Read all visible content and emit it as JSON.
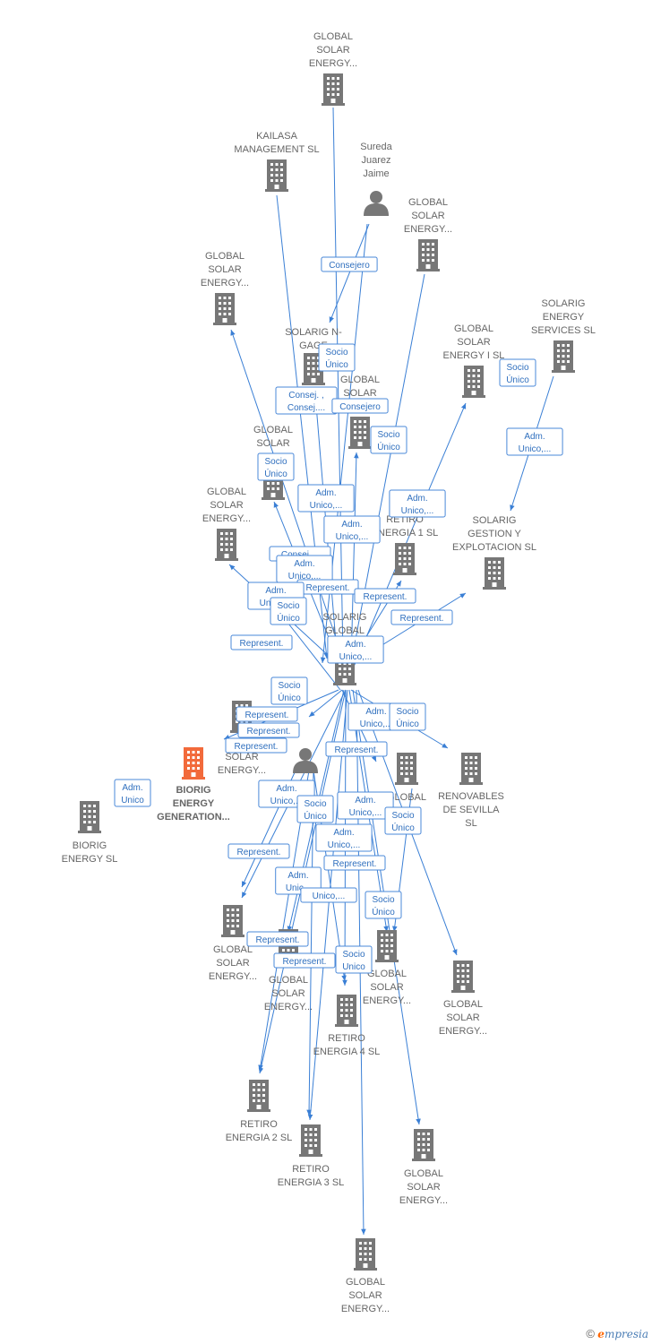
{
  "colors": {
    "edge": "#3a7fd5",
    "building": "#777777",
    "highlight": "#f26a3b",
    "person": "#777777"
  },
  "brand": {
    "copyright": "©",
    "first": "e",
    "rest": "mpresia"
  },
  "nodes": [
    {
      "id": "gse_top",
      "type": "company",
      "label": [
        "GLOBAL",
        "SOLAR",
        "ENERGY..."
      ]
    },
    {
      "id": "kailasa",
      "type": "company",
      "label": [
        "KAILASA",
        "MANAGEMENT SL"
      ]
    },
    {
      "id": "sureda",
      "type": "person",
      "label": [
        "Sureda",
        "Juarez",
        "Jaime"
      ]
    },
    {
      "id": "gse_r1",
      "type": "company",
      "label": [
        "GLOBAL",
        "SOLAR",
        "ENERGY..."
      ]
    },
    {
      "id": "gse_l1",
      "type": "company",
      "label": [
        "GLOBAL",
        "SOLAR",
        "ENERGY..."
      ]
    },
    {
      "id": "solarig_services",
      "type": "company",
      "label": [
        "SOLARIG",
        "ENERGY",
        "SERVICES  SL"
      ]
    },
    {
      "id": "solarig_n",
      "type": "company",
      "label": [
        "SOLARIG N-",
        "GAGE"
      ]
    },
    {
      "id": "gse_i",
      "type": "company",
      "label": [
        "GLOBAL",
        "SOLAR",
        "ENERGY I  SL"
      ]
    },
    {
      "id": "global_solar_c",
      "type": "company",
      "label": [
        "GLOBAL",
        "SOLAR"
      ]
    },
    {
      "id": "gse_mid",
      "type": "company",
      "label": [
        "GLOBAL",
        "SOLAR",
        "EN..."
      ]
    },
    {
      "id": "gse_l2",
      "type": "company",
      "label": [
        "GLOBAL",
        "SOLAR",
        "ENERGY..."
      ]
    },
    {
      "id": "retiro1",
      "type": "company",
      "label": [
        "RETIRO",
        "ENERGIA 1  SL"
      ]
    },
    {
      "id": "solarig_gestion",
      "type": "company",
      "label": [
        "SOLARIG",
        "GESTION Y",
        "EXPLOTACION SL"
      ]
    },
    {
      "id": "solarig_global",
      "type": "company",
      "label": [
        "SOLARIG",
        "GLOBAL",
        "SE..."
      ]
    },
    {
      "id": "gse_l3",
      "type": "company",
      "label": [
        "...",
        "SOLAR",
        "ENERGY..."
      ]
    },
    {
      "id": "biorig_gen",
      "type": "company",
      "main": true,
      "label": [
        "BIORIG",
        "ENERGY",
        "GENERATION..."
      ]
    },
    {
      "id": "person_mid",
      "type": "person",
      "label": [
        "...a",
        "Mi..."
      ]
    },
    {
      "id": "global_r2",
      "type": "company",
      "label": [
        "GLOBAL",
        "E..."
      ]
    },
    {
      "id": "renovables",
      "type": "company",
      "label": [
        "RENOVABLES",
        "DE SEVILLA",
        "SL"
      ]
    },
    {
      "id": "biorig_sl",
      "type": "company",
      "label": [
        "BIORIG",
        "ENERGY  SL"
      ]
    },
    {
      "id": "gse_b1",
      "type": "company",
      "label": [
        "GLOBAL",
        "SOLAR",
        "ENERGY..."
      ]
    },
    {
      "id": "gse_b2",
      "type": "company",
      "label": [
        "GLOBAL",
        "SOLAR",
        "ENERGY..."
      ]
    },
    {
      "id": "gse_b3",
      "type": "company",
      "label": [
        "GLOBAL",
        "SOLAR",
        "ENERGY..."
      ]
    },
    {
      "id": "gse_b4",
      "type": "company",
      "label": [
        "GLOBAL",
        "SOLAR",
        "ENERGY..."
      ]
    },
    {
      "id": "retiro4",
      "type": "company",
      "label": [
        "RETIRO",
        "ENERGIA 4  SL"
      ]
    },
    {
      "id": "retiro2",
      "type": "company",
      "label": [
        "RETIRO",
        "ENERGIA 2  SL"
      ]
    },
    {
      "id": "retiro3",
      "type": "company",
      "label": [
        "RETIRO",
        "ENERGIA 3  SL"
      ]
    },
    {
      "id": "gse_b5",
      "type": "company",
      "label": [
        "GLOBAL",
        "SOLAR",
        "ENERGY..."
      ]
    },
    {
      "id": "gse_bottom",
      "type": "company",
      "label": [
        "GLOBAL",
        "SOLAR",
        "ENERGY..."
      ]
    }
  ],
  "edge_labels": [
    [
      "Consejero"
    ],
    [
      "Socio",
      "Único"
    ],
    [
      "Consej. ,",
      "Consej...."
    ],
    [
      "Consejero"
    ],
    [
      "Socio",
      "Único"
    ],
    [
      "Socio",
      "Único"
    ],
    [
      "Socio",
      "Único"
    ],
    [
      "Adm.",
      "Unico,..."
    ],
    [
      "Adm.",
      "Unico,..."
    ],
    [
      "Adm.",
      "Unico,..."
    ],
    [
      "Adm.",
      "Unico,..."
    ],
    [
      "Consej...."
    ],
    [
      "Adm.",
      "Unico,..."
    ],
    [
      "Represent."
    ],
    [
      "Adm.",
      "Unico,..."
    ],
    [
      "Represent."
    ],
    [
      "Socio",
      "Único"
    ],
    [
      "Represent."
    ],
    [
      "Represent."
    ],
    [
      "Adm.",
      "Unico,..."
    ],
    [
      "Socio",
      "Único"
    ],
    [
      "Represent."
    ],
    [
      "Adm.",
      "Unico,..."
    ],
    [
      "Socio",
      "Único"
    ],
    [
      "Represent."
    ],
    [
      "Represent."
    ],
    [
      "Adm.",
      "Unico"
    ],
    [
      "Adm.",
      "Unico,..."
    ],
    [
      "Socio",
      "Único"
    ],
    [
      "Adm.",
      "Unico,..."
    ],
    [
      "Socio",
      "Único"
    ],
    [
      "Adm.",
      "Unico,..."
    ],
    [
      "Represent."
    ],
    [
      "Represent."
    ],
    [
      "Adm.",
      "Unic..."
    ],
    [
      "Represent."
    ],
    [
      "Unico,..."
    ],
    [
      "Socio",
      "Único"
    ],
    [
      "Represent."
    ],
    [
      "Socio",
      "Unico"
    ],
    [
      "Represent."
    ]
  ]
}
